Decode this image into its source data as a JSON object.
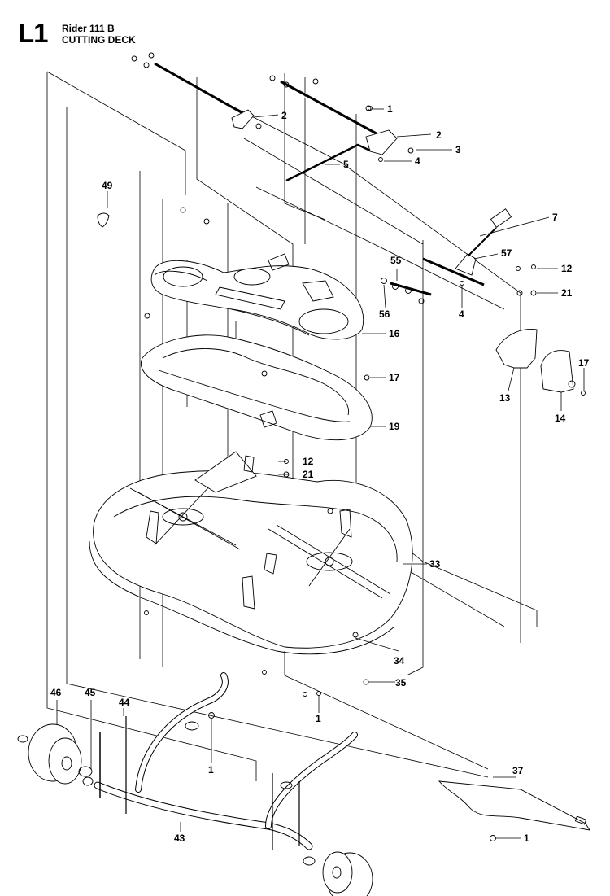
{
  "header": {
    "page_code": "L1",
    "model": "Rider 111 B",
    "section": "CUTTING DECK"
  },
  "callouts": [
    {
      "id": "c1a",
      "label": "1"
    },
    {
      "id": "c2a",
      "label": "2"
    },
    {
      "id": "c2b",
      "label": "2"
    },
    {
      "id": "c3",
      "label": "3"
    },
    {
      "id": "c4a",
      "label": "4"
    },
    {
      "id": "c5",
      "label": "5"
    },
    {
      "id": "c7",
      "label": "7"
    },
    {
      "id": "c49",
      "label": "49"
    },
    {
      "id": "c55",
      "label": "55"
    },
    {
      "id": "c57",
      "label": "57"
    },
    {
      "id": "c12a",
      "label": "12"
    },
    {
      "id": "c21a",
      "label": "21"
    },
    {
      "id": "c56",
      "label": "56"
    },
    {
      "id": "c4b",
      "label": "4"
    },
    {
      "id": "c16",
      "label": "16"
    },
    {
      "id": "c17a",
      "label": "17"
    },
    {
      "id": "c17b",
      "label": "17"
    },
    {
      "id": "c13",
      "label": "13"
    },
    {
      "id": "c14",
      "label": "14"
    },
    {
      "id": "c19",
      "label": "19"
    },
    {
      "id": "c12b",
      "label": "12"
    },
    {
      "id": "c21b",
      "label": "21"
    },
    {
      "id": "c33",
      "label": "33"
    },
    {
      "id": "c34",
      "label": "34"
    },
    {
      "id": "c35",
      "label": "35"
    },
    {
      "id": "c1b",
      "label": "1"
    },
    {
      "id": "c46",
      "label": "46"
    },
    {
      "id": "c45",
      "label": "45"
    },
    {
      "id": "c44",
      "label": "44"
    },
    {
      "id": "c1c",
      "label": "1"
    },
    {
      "id": "c37",
      "label": "37"
    },
    {
      "id": "c43",
      "label": "43"
    },
    {
      "id": "c1d",
      "label": "1"
    }
  ]
}
